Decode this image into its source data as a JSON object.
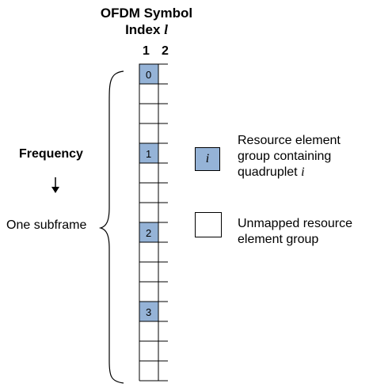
{
  "header": {
    "title_line1": "OFDM Symbol",
    "title_line2_text": "Index ",
    "title_line2_symbol": "l",
    "columns": [
      "1",
      "2"
    ]
  },
  "side_labels": {
    "frequency": "Frequency",
    "one_subframe": "One subframe"
  },
  "grid": {
    "rows": 16,
    "highlighted": [
      {
        "row": 0,
        "label": "0"
      },
      {
        "row": 4,
        "label": "1"
      },
      {
        "row": 8,
        "label": "2"
      },
      {
        "row": 12,
        "label": "3"
      }
    ],
    "highlight_color": "#95b3d7",
    "line_color": "#000000"
  },
  "legend": {
    "item1_symbol": "i",
    "item1_line1": "Resource element",
    "item1_line2": "group containing",
    "item1_line3_text": "quadruplet ",
    "item1_line3_symbol": "i",
    "item2_line1": "Unmapped resource",
    "item2_line2": "element group"
  }
}
